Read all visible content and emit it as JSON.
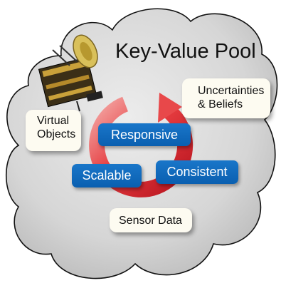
{
  "diagram": {
    "title": "Key-Value Pool",
    "notes": {
      "virtual_objects": [
        "Virtual",
        "Objects"
      ],
      "uncertainties": [
        "Uncertainties",
        "& Beliefs"
      ],
      "sensor_data": "Sensor Data"
    },
    "properties": {
      "responsive": "Responsive",
      "scalable": "Scalable",
      "consistent": "Consistent"
    }
  },
  "colors": {
    "cloud_fill": "#d4d4d4",
    "cloud_outline": "#111111",
    "cycle_arrow": "#d92a34",
    "property_box": "#0f67bb",
    "note_box": "#fdfbf1"
  },
  "icons": [
    "satellite-icon",
    "cycle-arrow-icon"
  ]
}
